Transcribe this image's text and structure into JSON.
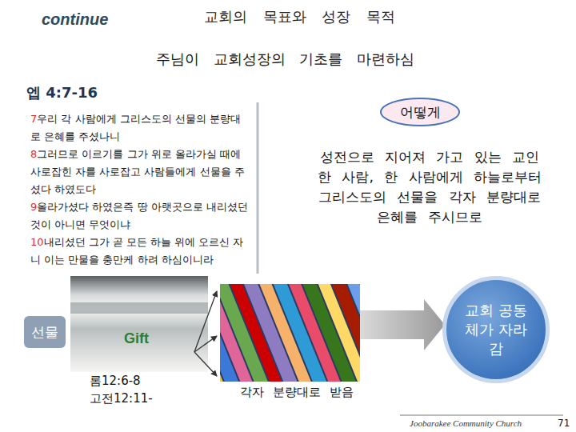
{
  "diagram": {
    "title": "교회의 목표와 성장 목적",
    "nodes": [
      {
        "text": [
          "어떻게"
        ]
      },
      {
        "text": [
          "선물"
        ]
      },
      {
        "text": [
          "교회 공동체가 자라감"
        ]
      }
    ],
    "labels": [
      "continue",
      "주님이 교회성장의 기초를 마련하심",
      "엡 4:7-16",
      "7",
      "우리 각 사람에게 그리스도의 선물의 분량대로 은혜를 주셨나니",
      "8",
      "그러므로 이르기를 그가 위로 올라가실 때에 사로잡힌 자를 사로잡고 사람들에게 선물을 주셨다 하였도다",
      "9",
      "올라가셨다 하였은즉 땅 아랫곳으로 내리셨던 것이 아니면 무엇이냐",
      "10",
      "내리셨던 그가 곧 모든 하늘 위에 오르신 자니 이는 만물을 충만케 하려 하심이니라",
      "성전으로 지어져 가고 있는 교인 한 사람, 한 사람에게 하늘로부터 그리스도의 선물을 각자 분량대로 은혜를 주시므로",
      "Gift",
      "롬12:6-8",
      "고전12:11-",
      "각자 분량대로 받음",
      "Joobarakee Community Church",
      "71"
    ]
  }
}
